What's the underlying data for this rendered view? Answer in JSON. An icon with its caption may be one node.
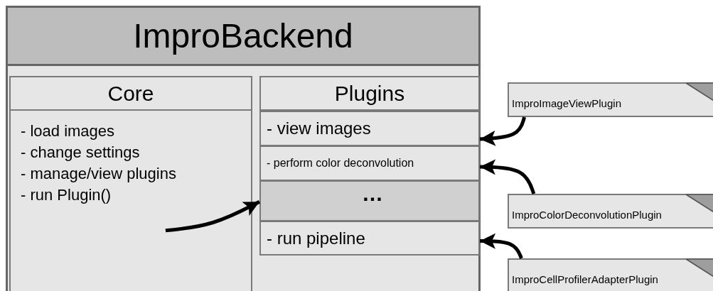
{
  "diagram": {
    "nodes": [
      {
        "text": [
          "ImproBackend"
        ]
      },
      {
        "text": [
          "Core",
          "- load images",
          "- change settings",
          "- manage/view plugins",
          "- run Plugin()"
        ],
        "in": 0
      },
      {
        "text": [
          "Plugins"
        ],
        "in": 0
      },
      {
        "text": [
          "- view images"
        ],
        "in": 2
      },
      {
        "text": [
          "- perform color deconvolution"
        ],
        "in": 2
      },
      {
        "text": [
          "…"
        ],
        "in": 2
      },
      {
        "text": [
          "- run pipeline"
        ],
        "in": 2
      },
      {
        "text": [
          "ImproImageViewPlugin"
        ]
      },
      {
        "text": [
          "ImproColorDeconvolutionPlugin"
        ]
      },
      {
        "text": [
          "ImproCellProfilerAdapterPlugin"
        ]
      }
    ],
    "edges": [
      {
        "from": 1,
        "to": 5,
        "arrow": "to"
      },
      {
        "from": 7,
        "to": 3,
        "arrow": "to"
      },
      {
        "from": 8,
        "to": 4,
        "arrow": "to"
      },
      {
        "from": 9,
        "to": 6,
        "arrow": "to"
      }
    ]
  }
}
